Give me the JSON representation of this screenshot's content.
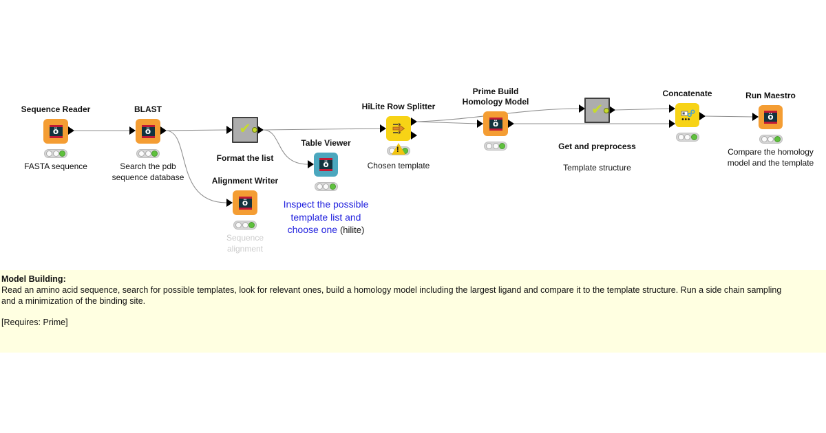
{
  "colors": {
    "node_orange": "#F49D33",
    "node_yellow": "#F7D316",
    "node_teal": "#4BA7BE",
    "metanode_gray": "#ADADAD",
    "metanode_border": "#3F3F3F",
    "check_lime": "#C6DA2F",
    "icon_bg": "#12333E",
    "icon_stripe": "#C01A35",
    "edge_gray": "#8F8F8F",
    "status_green": "#5FC13D",
    "warning_yellow": "#F2C411",
    "note_blue": "#2121DE",
    "muted_gray": "#CBCBCB",
    "annotation_bg": "#FFFFE1"
  },
  "icons": {
    "schrodinger_glyph": "ö",
    "check_glyph": "✔",
    "exclamation_glyph": "!"
  },
  "nodes": {
    "sequence_reader": {
      "title": "Sequence Reader",
      "label": "FASTA sequence"
    },
    "blast": {
      "title": "BLAST",
      "label": "Search the pdb\nsequence database"
    },
    "format_list": {
      "title": "Format the list"
    },
    "alignment_writer": {
      "title": "Alignment Writer",
      "label": "Sequence\nalignment"
    },
    "table_viewer": {
      "title": "Table Viewer"
    },
    "hilite_splitter": {
      "title": "HiLite Row Splitter",
      "label": "Chosen template"
    },
    "prime_build": {
      "title": "Prime Build\nHomology Model"
    },
    "preprocess": {
      "label_line1": "Get and preprocess",
      "label_line2": "Template structure"
    },
    "concatenate": {
      "title": "Concatenate"
    },
    "run_maestro": {
      "title": "Run Maestro",
      "label": "Compare the homology\nmodel and the template"
    }
  },
  "notes": {
    "inspect_line1": "Inspect the possible",
    "inspect_line2": "template list and",
    "inspect_line3": "choose one",
    "hilite_tag": "(hilite)"
  },
  "annotation": {
    "heading": "Model Building:",
    "body": "Read an amino acid sequence, search for possible templates, look for relevant ones, build a homology model including the largest ligand and compare it to the template structure. Run a side chain sampling and a minimization of the binding site.",
    "requires": "[Requires: Prime]"
  }
}
